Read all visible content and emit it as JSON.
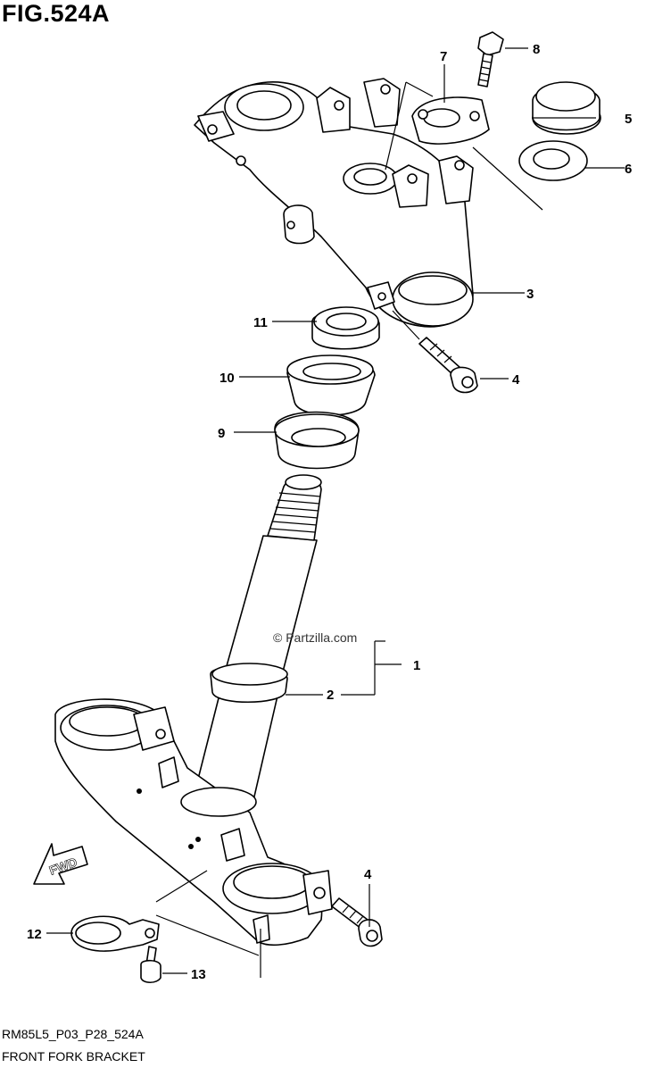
{
  "figure_title": "FIG.524A",
  "footer": {
    "code": "RM85L5_P03_P28_524A",
    "name": "FRONT FORK BRACKET"
  },
  "watermark": "© Partzilla.com",
  "direction_label": "FWD",
  "callouts": {
    "p1": "1",
    "p2": "2",
    "p3": "3",
    "p4a": "4",
    "p4b": "4",
    "p5": "5",
    "p6": "6",
    "p7": "7",
    "p8": "8",
    "p9": "9",
    "p10": "10",
    "p11": "11",
    "p12": "12",
    "p13": "13"
  }
}
